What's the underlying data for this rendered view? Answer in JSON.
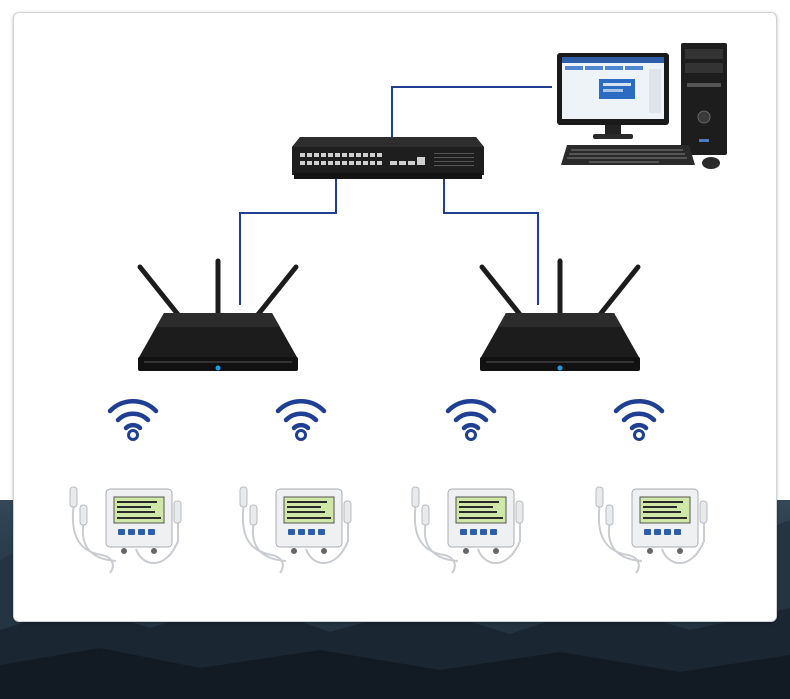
{
  "diagram": {
    "nodes": [
      {
        "id": "workstation",
        "icon": "desktop-computer-icon"
      },
      {
        "id": "network-switch",
        "icon": "network-switch-icon"
      },
      {
        "id": "router-left",
        "icon": "wireless-router-icon"
      },
      {
        "id": "router-right",
        "icon": "wireless-router-icon"
      },
      {
        "id": "wifi-1",
        "icon": "wifi-icon"
      },
      {
        "id": "wifi-2",
        "icon": "wifi-icon"
      },
      {
        "id": "wifi-3",
        "icon": "wifi-icon"
      },
      {
        "id": "wifi-4",
        "icon": "wifi-icon"
      },
      {
        "id": "logger-1",
        "icon": "data-logger-icon"
      },
      {
        "id": "logger-2",
        "icon": "data-logger-icon"
      },
      {
        "id": "logger-3",
        "icon": "data-logger-icon"
      },
      {
        "id": "logger-4",
        "icon": "data-logger-icon"
      }
    ],
    "edges": [
      {
        "from": "network-switch",
        "to": "workstation"
      },
      {
        "from": "network-switch",
        "to": "router-left"
      },
      {
        "from": "network-switch",
        "to": "router-right"
      },
      {
        "from": "router-left",
        "to": "logger-1",
        "type": "wireless"
      },
      {
        "from": "router-left",
        "to": "logger-2",
        "type": "wireless"
      },
      {
        "from": "router-right",
        "to": "logger-3",
        "type": "wireless"
      },
      {
        "from": "router-right",
        "to": "logger-4",
        "type": "wireless"
      }
    ]
  },
  "colors": {
    "link_line": "#1f3f94",
    "wifi": "#1f3f94",
    "device_body": "#1c1c1c",
    "background_dark": "#1f2e3a",
    "logger_screen": "#cfe8a8"
  }
}
